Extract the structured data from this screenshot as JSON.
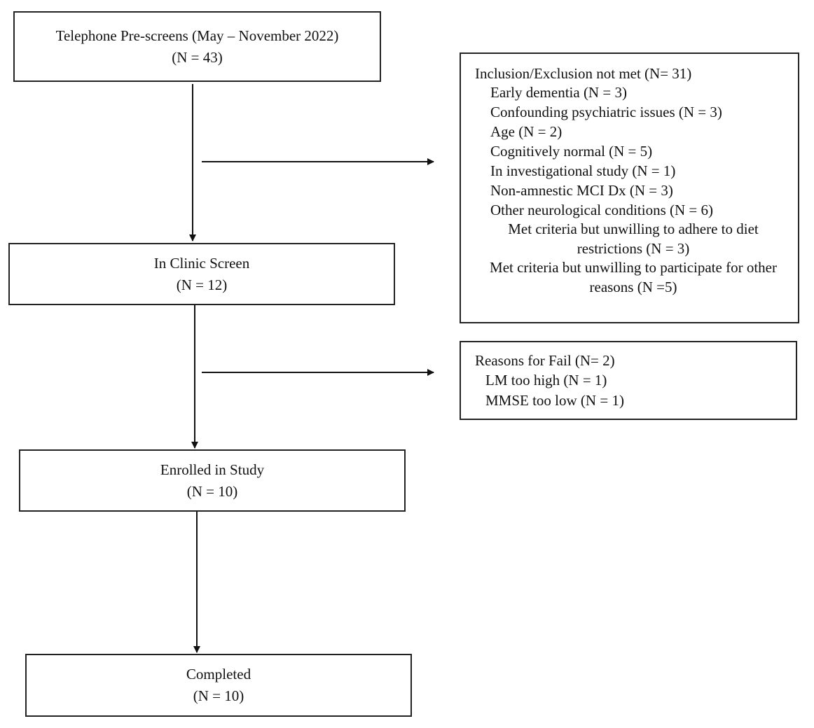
{
  "prescreen": {
    "title": "Telephone Pre-screens (May – November 2022)",
    "count": "(N = 43)"
  },
  "clinic": {
    "title": "In Clinic Screen",
    "count": "(N = 12)"
  },
  "enrolled": {
    "title": "Enrolled in Study",
    "count": "(N = 10)"
  },
  "completed": {
    "title": "Completed",
    "count": "(N = 10)"
  },
  "exclusion": {
    "heading": "Inclusion/Exclusion not met (N= 31)",
    "items": [
      "Early dementia (N = 3)",
      "Confounding psychiatric issues (N = 3)",
      "Age (N = 2)",
      "Cognitively normal (N = 5)",
      "In investigational study (N = 1)",
      "Non-amnestic MCI Dx (N = 3)",
      "Other neurological conditions (N = 6)"
    ],
    "unwilling_diet": "Met criteria but unwilling to adhere to diet restrictions (N = 3)",
    "unwilling_other": "Met criteria but unwilling to participate for other reasons (N =5)"
  },
  "fail": {
    "heading": "Reasons for Fail (N= 2)",
    "items": [
      "LM too high (N = 1)",
      "MMSE too low (N = 1)"
    ]
  }
}
